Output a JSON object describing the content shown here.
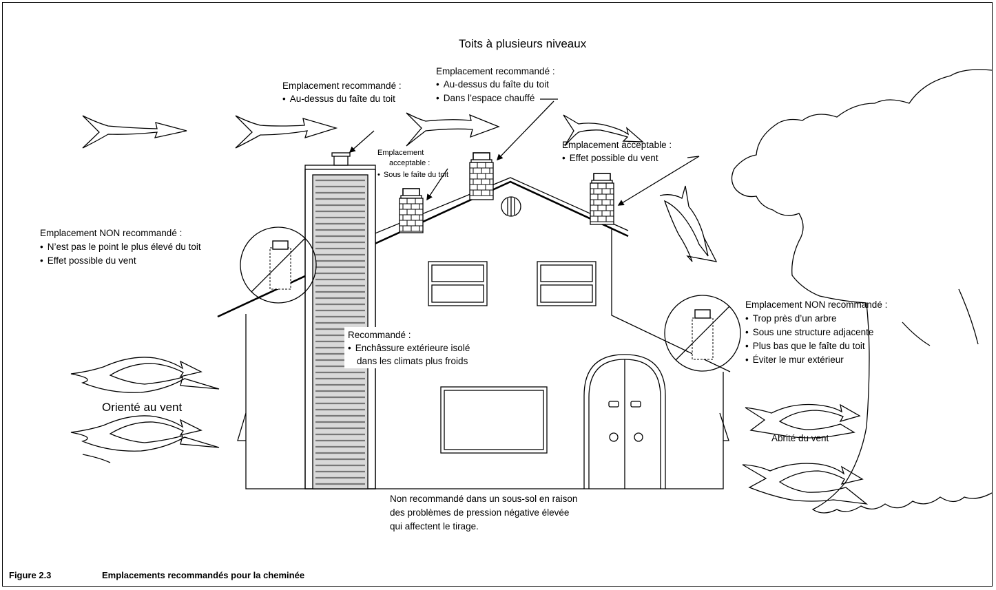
{
  "title": "Toits à plusieurs niveaux",
  "labels": {
    "rec_left": {
      "heading": "Emplacement recommandé :",
      "items": [
        "Au-dessus du faîte du toit"
      ]
    },
    "rec_center": {
      "heading": "Emplacement recommandé :",
      "items": [
        "Au-dessus du faîte du toit",
        "Dans l’espace chauffé"
      ]
    },
    "acc_small": {
      "heading1": "Emplacement",
      "heading2": "acceptable :",
      "items": [
        "Sous le faîte du toit"
      ]
    },
    "acc_right": {
      "heading": "Emplacement acceptable :",
      "items": [
        "Effet possible du vent"
      ]
    },
    "not_left": {
      "heading": "Emplacement NON recommandé :",
      "items": [
        "N’est pas le point le plus élevé du toit",
        "Effet possible du vent"
      ]
    },
    "not_right": {
      "heading": "Emplacement NON recommandé :",
      "items": [
        "Trop près d’un arbre",
        "Sous une structure adjacente",
        "Plus bas que le faîte du toit",
        "Éviter le mur extérieur"
      ]
    },
    "recommended": {
      "heading": "Recommandé :",
      "items": [
        "Enchâssure extérieure isolé",
        "dans les climats plus froids"
      ]
    },
    "windward": "Orienté au vent",
    "sheltered": "Abrité du vent",
    "basement": [
      "Non recommandé dans un sous-sol en raison",
      "des problèmes de pression négative élevée",
      "qui affectent le tirage."
    ]
  },
  "bullet": "•",
  "caption": {
    "number": "Figure 2.3",
    "text": "Emplacements recommandés pour la cheminée"
  },
  "colors": {
    "chase_fill": "#d9d9d9",
    "chase_stripe": "#777777",
    "line": "#000000"
  }
}
